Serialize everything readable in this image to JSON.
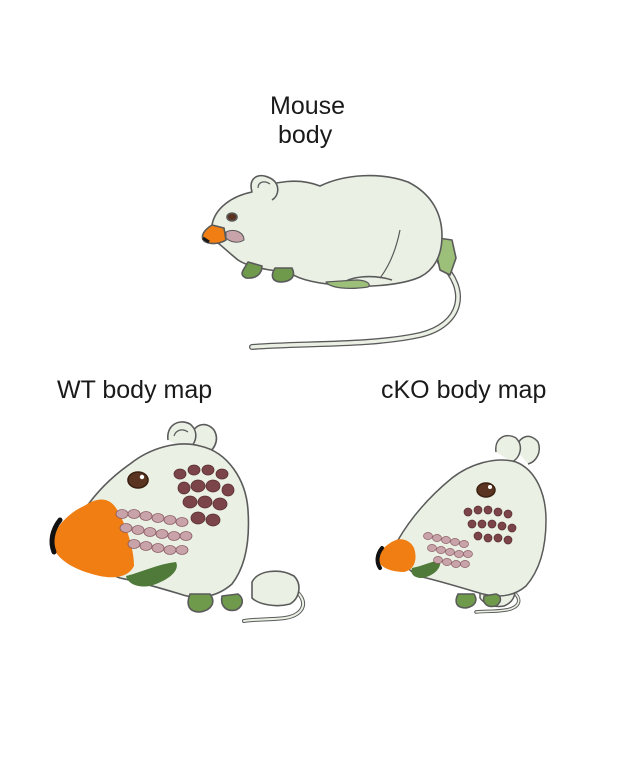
{
  "labels": {
    "mouse_body_line1": "Mouse",
    "mouse_body_line2": "body",
    "wt_body_map": "WT body map",
    "cko_body_map": "cKO body map"
  },
  "colors": {
    "body_fill": "#eaf1e4",
    "outline": "#5a5a5a",
    "snout_orange": "#f07e12",
    "paw_green": "#6f9a4c",
    "dark_green": "#4f7a3a",
    "eye": "#5a3420",
    "trunk_dark": "#7a4448",
    "trunk_light": "#c9a3aa"
  }
}
